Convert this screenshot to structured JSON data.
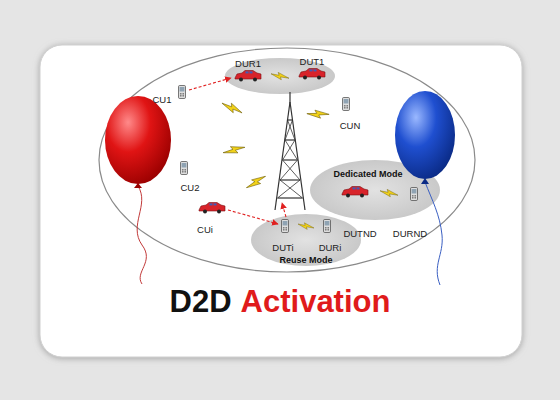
{
  "diagram": {
    "labels": [
      "DUR1",
      "DUT1",
      "CU1",
      "CUN",
      "Dedicated Mode",
      "CU2",
      "DUTND",
      "DURND",
      "CUi",
      "DUTi",
      "DURi",
      "Reuse Mode",
      "D2D",
      "Activation"
    ]
  }
}
